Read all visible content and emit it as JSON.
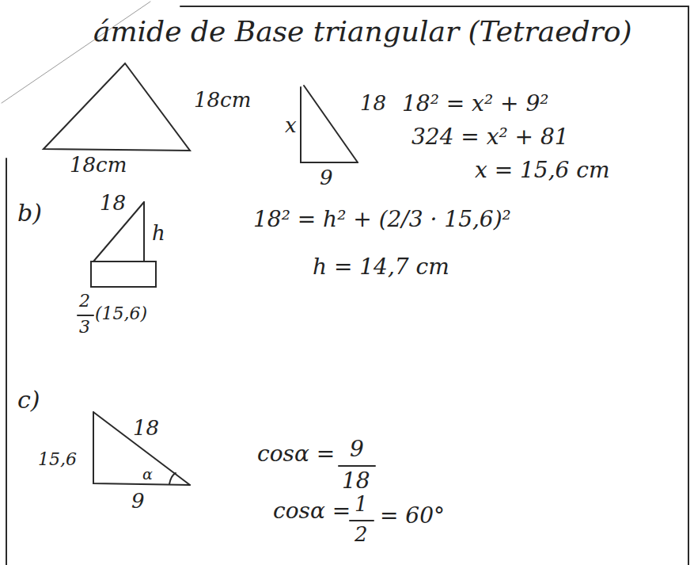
{
  "diagram": {
    "title": "ámide de Base triangular (Tetraedro)",
    "labels": [
      "18cm",
      "18cm",
      "x",
      "18",
      "9",
      "18² = x² + 9²",
      "324 = x² + 81",
      "x = 15,6 cm",
      "b)",
      "18",
      "h",
      "2",
      "3",
      "(15,6)",
      "18² = h² + (2/3 · 15,6)²",
      "h = 14,7 cm",
      "c)",
      "15,6",
      "18",
      "9",
      "α",
      "cosα =",
      "9",
      "18",
      "cosα =",
      "1",
      "2",
      "= 60°"
    ]
  }
}
